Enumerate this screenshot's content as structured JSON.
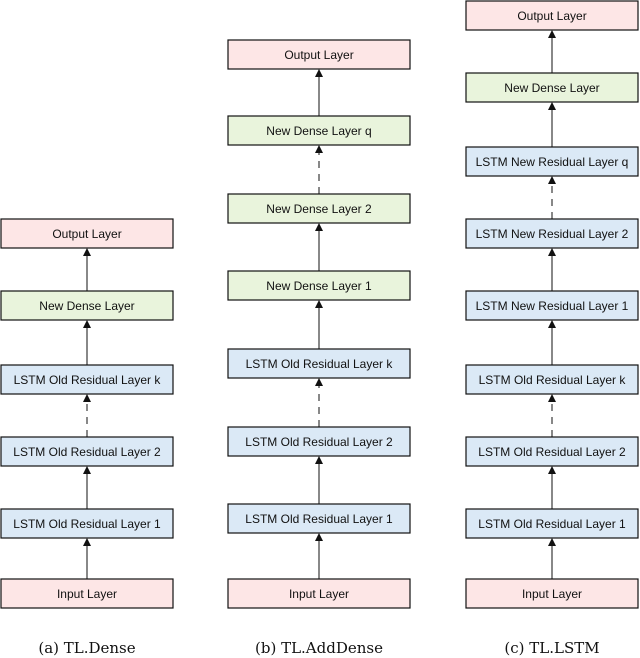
{
  "colors": {
    "input": "#fde6e6",
    "output": "#fde6e6",
    "lstm": "#dbe9f6",
    "dense": "#e9f4dc",
    "stroke": "#111111"
  },
  "panels": [
    {
      "caption": "(a) TL.Dense",
      "layers": [
        {
          "label": "Input Layer",
          "kind": "input"
        },
        {
          "label": "LSTM Old Residual Layer 1",
          "kind": "lstm"
        },
        {
          "label": "LSTM Old Residual Layer 2",
          "kind": "lstm"
        },
        {
          "label": "LSTM Old Residual Layer k",
          "kind": "lstm"
        },
        {
          "label": "New Dense Layer",
          "kind": "dense"
        },
        {
          "label": "Output Layer",
          "kind": "output"
        }
      ],
      "connections": [
        "solid",
        "solid",
        "dashed",
        "solid",
        "solid"
      ]
    },
    {
      "caption": "(b) TL.AddDense",
      "layers": [
        {
          "label": "Input Layer",
          "kind": "input"
        },
        {
          "label": "LSTM Old Residual Layer 1",
          "kind": "lstm"
        },
        {
          "label": "LSTM Old Residual Layer 2",
          "kind": "lstm"
        },
        {
          "label": "LSTM Old Residual Layer k",
          "kind": "lstm"
        },
        {
          "label": "New Dense Layer 1",
          "kind": "dense"
        },
        {
          "label": "New Dense Layer 2",
          "kind": "dense"
        },
        {
          "label": "New Dense Layer q",
          "kind": "dense"
        },
        {
          "label": "Output Layer",
          "kind": "output"
        }
      ],
      "connections": [
        "solid",
        "solid",
        "dashed",
        "solid",
        "solid",
        "dashed",
        "solid"
      ]
    },
    {
      "caption": "(c) TL.LSTM",
      "layers": [
        {
          "label": "Input Layer",
          "kind": "input"
        },
        {
          "label": "LSTM Old Residual Layer 1",
          "kind": "lstm"
        },
        {
          "label": "LSTM Old Residual Layer 2",
          "kind": "lstm"
        },
        {
          "label": "LSTM Old Residual Layer k",
          "kind": "lstm"
        },
        {
          "label": "LSTM New Residual Layer 1",
          "kind": "lstm"
        },
        {
          "label": "LSTM New Residual Layer 2",
          "kind": "lstm"
        },
        {
          "label": "LSTM New Residual Layer q",
          "kind": "lstm"
        },
        {
          "label": "New Dense Layer",
          "kind": "dense"
        },
        {
          "label": "Output Layer",
          "kind": "output"
        }
      ],
      "connections": [
        "solid",
        "solid",
        "dashed",
        "solid",
        "solid",
        "dashed",
        "solid",
        "solid"
      ]
    }
  ]
}
